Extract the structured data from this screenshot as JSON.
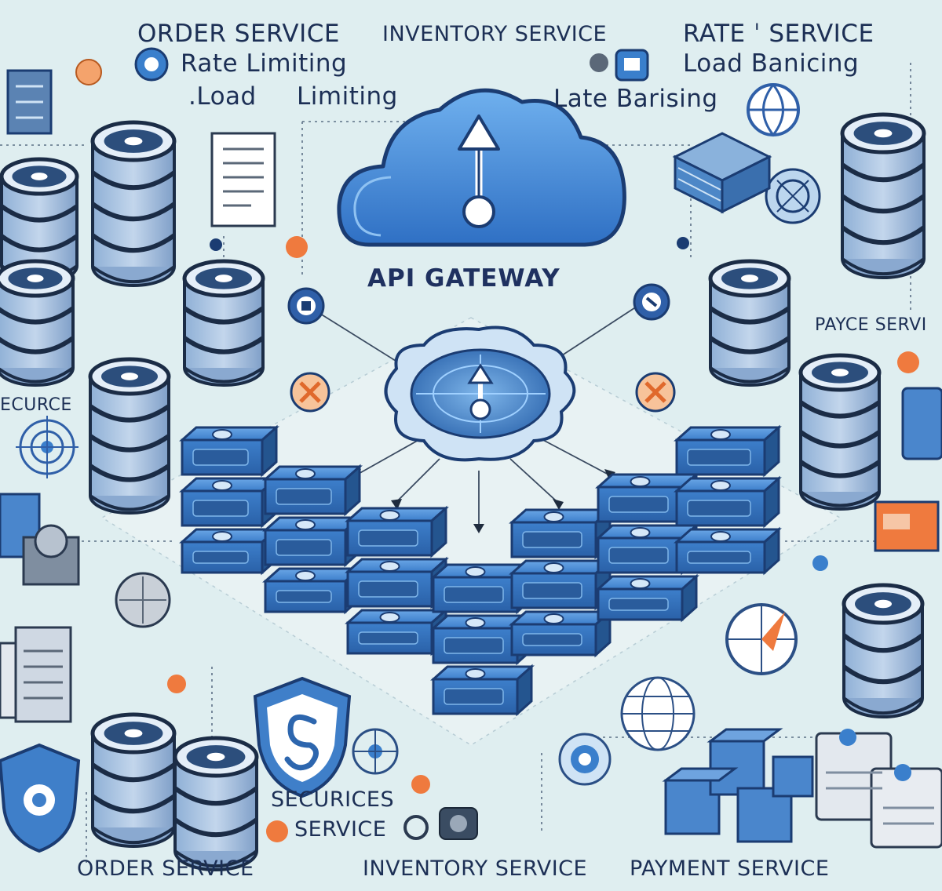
{
  "labels": {
    "top_order": "ORDER SERVICE",
    "top_inventory": "INVENTORY SERVICE",
    "top_rate": "RATE ˈ SERVICE",
    "rate_limiting": "Rate Limiting",
    "load_limiting_a": ".Load",
    "load_limiting_b": "Limiting",
    "load_balancing": "Load Banicing",
    "late_barising": "Late Barising",
    "gateway": "API GATEWAY",
    "payce": "PAYCE SERVI",
    "securce": "ECURCE",
    "securices": "SECURICES",
    "service": "SERVICE",
    "bottom_order": "ORDER SERVICE",
    "bottom_inventory": "INVENTORY SERVICE",
    "bottom_payment": "PAYMENT SERVICE"
  },
  "colors": {
    "background": "#dfeef0",
    "cloud": "#3f86d6",
    "server_blue": "#3a7fcc",
    "server_dark": "#1e3a6a",
    "db_body": "#a9c3e0",
    "accent_orange": "#ef7a3e",
    "label_text": "#1a3f78"
  },
  "icons": [
    "cloud-upload-icon",
    "shield-icon",
    "globe-icon",
    "database-icon",
    "server-rack-icon",
    "gear-icon",
    "network-hub-icon"
  ]
}
